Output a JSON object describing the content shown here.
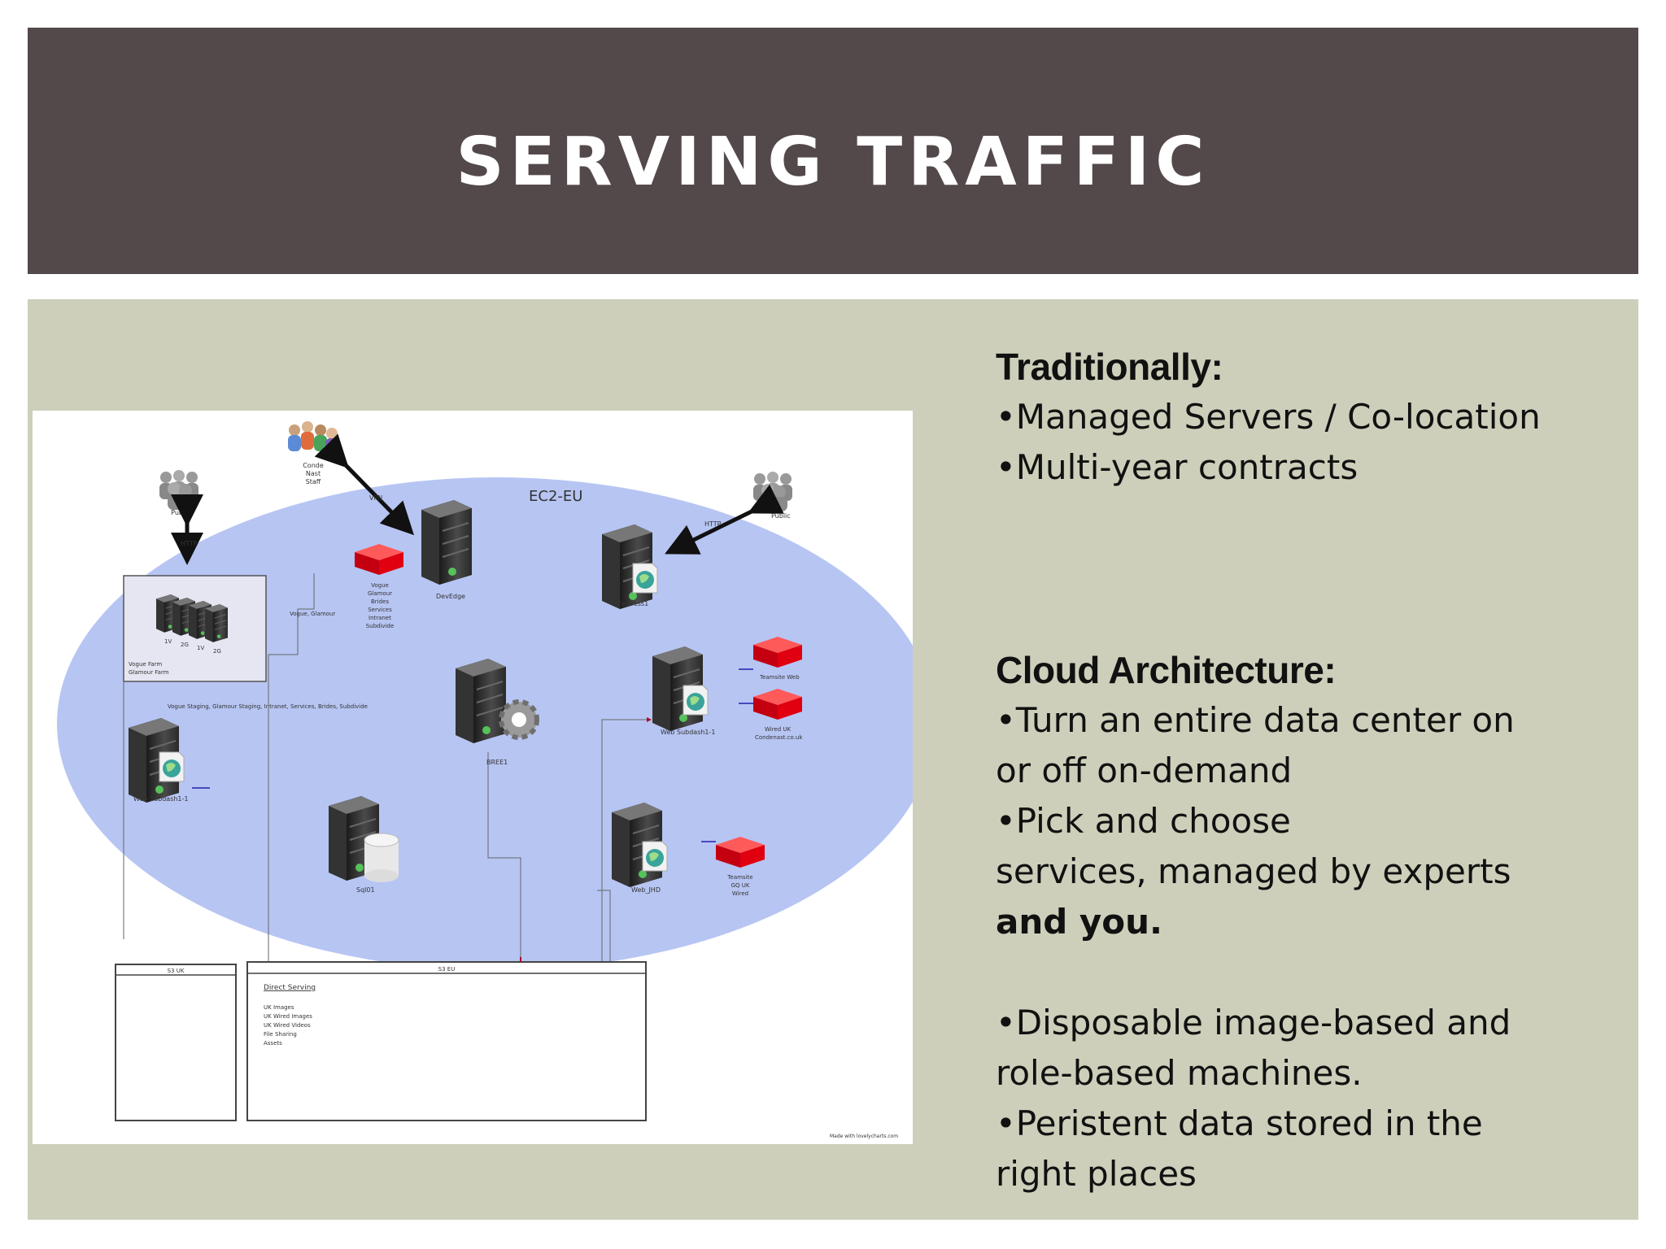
{
  "slide": {
    "title": "SERVING TRAFFIC"
  },
  "diagram": {
    "region_label": "EC2-EU",
    "users_top": [
      "Conde",
      "Nast",
      "Staff"
    ],
    "public_left": "Public",
    "public_right": "Public",
    "http_left": "HTTP",
    "http_top": "VPN",
    "http_right": "HTTP",
    "red_stack_label": [
      "Vogue",
      "Glamour",
      "Brides",
      "Services",
      "Intranet",
      "Subdivide"
    ],
    "dev_edge": "DevEdge",
    "varnish": "VarPress1",
    "farm_box": [
      "Vogue Farm",
      "Glamour Farm"
    ],
    "farm_nodes": [
      "1V",
      "2G",
      "1V",
      "2G"
    ],
    "vogue_glamour": "Vogue, Glamour",
    "staging_line": "Vogue Staging, Glamour Staging, Intranet, Services, Brides, Subdivide",
    "web_subdash_left": "Web Subdash1-1",
    "center_server": "BREE1",
    "web_subdash_right": "Web Subdash1-1",
    "red_right_1": "Teamsite Web",
    "red_right_2": [
      "Wired UK",
      "Condenast.co.uk"
    ],
    "sql_server": "Sql01",
    "web_jhd": "Web_JHD",
    "red_right_3": [
      "Teamsite",
      "GQ UK",
      "Wired"
    ],
    "box_left_title": "S3 UK",
    "box_right_title": "S3 EU",
    "direct_serving_title": "Direct Serving",
    "direct_serving_items": [
      "UK Images",
      "UK Wired Images",
      "UK Wired Videos",
      "File Sharing",
      "Assets"
    ],
    "footer_note": "Made with lovelycharts.com"
  },
  "text": {
    "traditional_heading": "Traditionally:",
    "traditional_items": [
      "•Managed Servers / Co-location",
      "•Multi-year contracts"
    ],
    "cloud_heading": "Cloud Architecture:",
    "cloud_lines": [
      "•Turn an entire data center on",
      "or off on-demand",
      "•Pick and choose",
      "services, managed by experts"
    ],
    "cloud_bold_line": "and you.",
    "cloud_lines_2": [
      "•Disposable image-based and",
      "role-based machines.",
      "•Peristent data stored in the",
      "right places"
    ]
  },
  "colors": {
    "title_bar": "#53494a",
    "content_bg": "#cdcfba",
    "ellipse": "#b7c5f3",
    "red_box": "#e0000f"
  }
}
